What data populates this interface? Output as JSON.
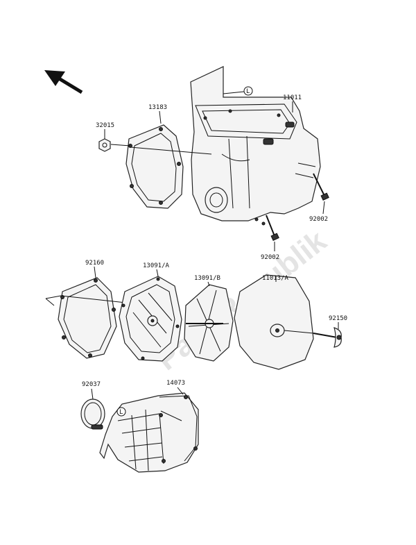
{
  "watermark": "PartsRepublik",
  "callout_circle_letter": "L",
  "part_numbers": {
    "p13183": "13183",
    "p32015": "32015",
    "p11011": "11011",
    "p92002_a": "92002",
    "p92002_b": "92002",
    "p92160": "92160",
    "p13091a": "13091/A",
    "p13091b": "13091/B",
    "p11013a": "11013/A",
    "p92150": "92150",
    "p92037": "92037",
    "p14073": "14073"
  }
}
